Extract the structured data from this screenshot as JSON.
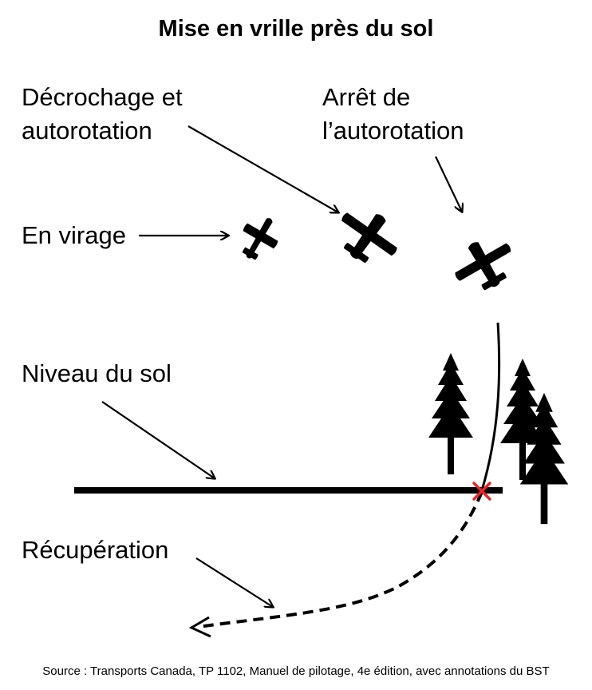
{
  "title": "Mise en vrille près du sol",
  "labels": {
    "stall_line1": "Décrochage et",
    "stall_line2": "autorotation",
    "stop_line1": "Arrêt de",
    "stop_line2": "l’autorotation",
    "turning": "En virage",
    "ground": "Niveau du sol",
    "recovery": "Récupération"
  },
  "source": "Source : Transports Canada, TP 1102, Manuel de pilotage, 4e édition, avec annotations du BST",
  "colors": {
    "ink": "#000000",
    "impact_marker": "#e8242a",
    "background": "#ffffff"
  },
  "icons": [
    "airplane-icon",
    "tree-icon",
    "impact-x-icon"
  ]
}
